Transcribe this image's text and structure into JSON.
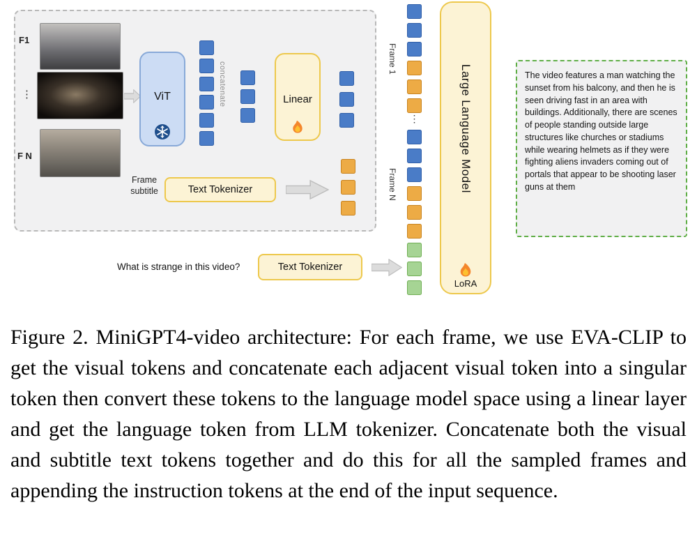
{
  "figure": {
    "panel": {
      "frame_label_1": "F1",
      "frame_label_dots": "⋮",
      "frame_label_n": "F N",
      "vit_label": "ViT",
      "concatenate_label": "concatenate",
      "linear_label": "Linear",
      "frame_subtitle_label": "Frame subtitle",
      "text_tokenizer_label": "Text Tokenizer"
    },
    "instruction": {
      "question": "What is strange in this video?",
      "text_tokenizer_label": "Text Tokenizer"
    },
    "sequence": {
      "frame_1_label": "Frame 1",
      "dots": "⋮",
      "frame_n_label": "Frame N"
    },
    "llm": {
      "label": "Large Language Model",
      "lora_label": "LoRA"
    },
    "output_text": "The video features a man watching the sunset from his balcony, and then he is seen driving fast in an area with buildings. Additionally, there are scenes of people standing outside large structures like churches or stadiums while wearing helmets as if they were fighting aliens invaders coming out of portals that appear to be shooting laser guns at them",
    "tokens": {
      "vit_output": 6,
      "concatenated": 3,
      "linear_output": 3,
      "subtitle": 3,
      "seq_frame1_visual": 3,
      "seq_frame1_subtitle": 3,
      "seq_frameN_visual": 3,
      "seq_frameN_subtitle": 3,
      "instruction": 3
    }
  },
  "caption": "Figure 2. MiniGPT4-video architecture: For each frame, we use EVA-CLIP to get the visual tokens and concatenate each adjacent visual token into a singular token then convert these tokens to the language model space using a linear layer and get the language token from LLM tokenizer. Concatenate both the visual and subtitle text tokens together and do this for all the sampled frames and appending the instruction tokens at the end of the input sequence.",
  "colors": {
    "visual-token": "#4a7cc7",
    "visual-token-border": "#2f5ea8",
    "subtitle-token": "#edab45",
    "subtitle-token-border": "#c8831f",
    "instruction-token": "#a6d494",
    "instruction-token-border": "#6fae53",
    "vit-fill": "#ccdcf4",
    "vit-border": "#88a9d8",
    "yellow-fill": "#fcf3d5",
    "yellow-border": "#edc84c",
    "panel-fill": "#f1f1f2",
    "panel-border": "#b8b8b8",
    "output-border": "#5fae46",
    "arrow-fill": "#dcdcdc",
    "arrow-border": "#bdbdbd"
  }
}
